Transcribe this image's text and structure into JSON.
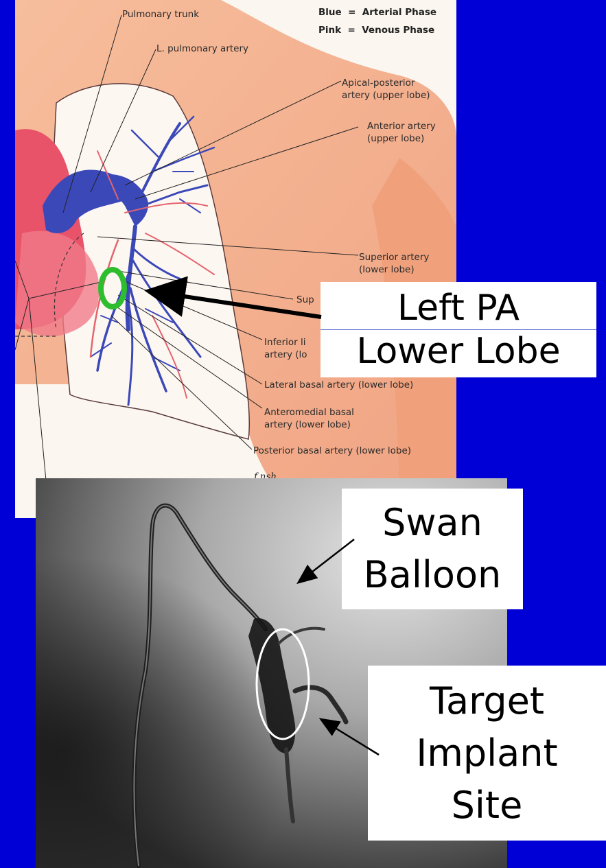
{
  "anatomy": {
    "legend": {
      "blue": "Blue  =  Arterial Phase",
      "pink": "Pink  =  Venous Phase"
    },
    "labels": {
      "pulmonary_trunk": "Pulmonary trunk",
      "l_pulmonary_artery": "L. pulmonary artery",
      "apical_posterior": "Apical-posterior\nartery (upper lobe)",
      "anterior_artery": "Anterior artery\n(upper lobe)",
      "superior_artery": "Superior artery\n(lower lobe)",
      "superior_lingular": "Sup",
      "inferior_lingular": "Inferior li\nartery (lo",
      "lateral_basal": "Lateral basal artery (lower lobe)",
      "anteromedial_basal": "Anteromedial basal\nartery (lower lobe)",
      "posterior_basal": "Posterior basal artery (lower lobe)",
      "signature": "f.nsh"
    },
    "colors": {
      "arterial": "#3b48b8",
      "venous": "#e4646e",
      "skin": "#f2a27c",
      "marker": "#2ebd2e"
    }
  },
  "callouts": {
    "left_pa": {
      "line1": "Left PA",
      "line2": "Lower Lobe"
    },
    "swan_balloon": "Swan\nBalloon",
    "target_implant": "Target\nImplant\nSite"
  },
  "colors": {
    "background": "#0000d6",
    "callout_bg": "#ffffff",
    "arrow": "#000000"
  }
}
